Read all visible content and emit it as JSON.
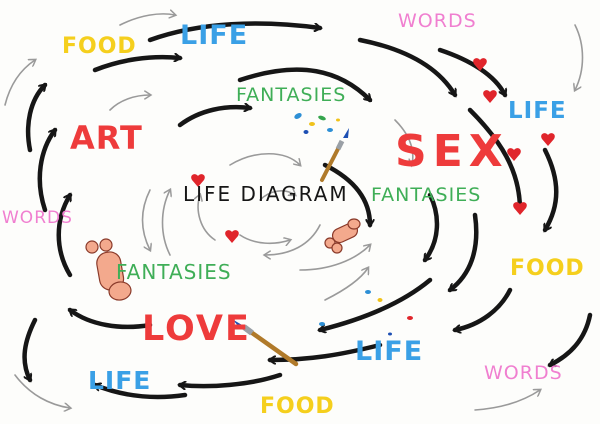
{
  "words": {
    "food_top_left": "FOOD",
    "life_top": "LIFE",
    "words_top_right": "WORDS",
    "fantasies_top": "FANTASIES",
    "life_right": "LIFE",
    "art": "ART",
    "sex": "SEX",
    "life_diagram": "LIFE DIAGRAM",
    "fantasies_right": "FANTASIES",
    "words_left": "WORDS",
    "food_right": "FOOD",
    "fantasies_left": "FANTASIES",
    "love": "LOVE",
    "life_bottom_center": "LIFE",
    "words_bottom_right": "WORDS",
    "life_bottom_left": "LIFE",
    "food_bottom": "FOOD"
  },
  "colors": {
    "red": "#ee3b3b",
    "blue": "#3aa0e6",
    "yellow": "#f5cf1d",
    "green": "#3fae57",
    "pink": "#f07fd0",
    "black": "#161616",
    "skin": "#f3a98d"
  },
  "icons": [
    "heart-icon",
    "paintbrush-icon",
    "paint-splatter-icon",
    "penis-doodle-icon"
  ]
}
